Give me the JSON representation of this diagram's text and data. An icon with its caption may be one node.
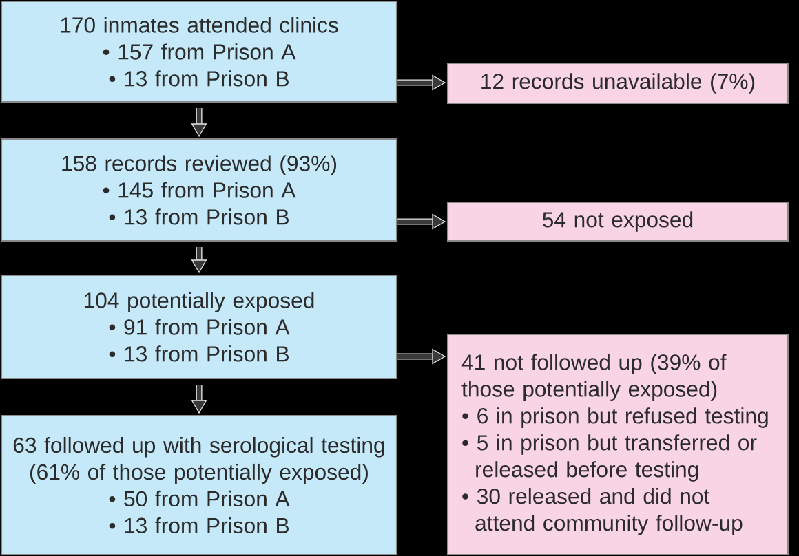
{
  "diagram": {
    "nodes": [
      {
        "text": [
          "170 inmates attended clinics",
          "• 157 from Prison A",
          "• 13 from Prison B"
        ]
      },
      {
        "text": [
          "12 records unavailable (7%)"
        ]
      },
      {
        "text": [
          "158 records reviewed (93%)",
          "• 145 from Prison A",
          "• 13 from Prison B"
        ]
      },
      {
        "text": [
          "54 not exposed"
        ]
      },
      {
        "text": [
          "104 potentially exposed",
          "• 91 from Prison A",
          "• 13 from Prison B"
        ]
      },
      {
        "text": [
          "41 not followed up (39% of those potentially exposed)",
          "• 6 in prison but refused testing",
          "• 5 in prison but transferred or released before testing",
          "• 30 released and did not attend community follow-up"
        ]
      },
      {
        "text": [
          "63 followed up with serological testing (61% of those potentially exposed)",
          "• 50 from Prison A",
          "• 13 from Prison B"
        ]
      }
    ],
    "edges": [
      {
        "from": 0,
        "to": 1,
        "arrow": "to"
      },
      {
        "from": 0,
        "to": 2,
        "arrow": "to"
      },
      {
        "from": 2,
        "to": 3,
        "arrow": "to"
      },
      {
        "from": 2,
        "to": 4,
        "arrow": "to"
      },
      {
        "from": 4,
        "to": 5,
        "arrow": "to"
      },
      {
        "from": 4,
        "to": 6,
        "arrow": "to"
      }
    ]
  }
}
